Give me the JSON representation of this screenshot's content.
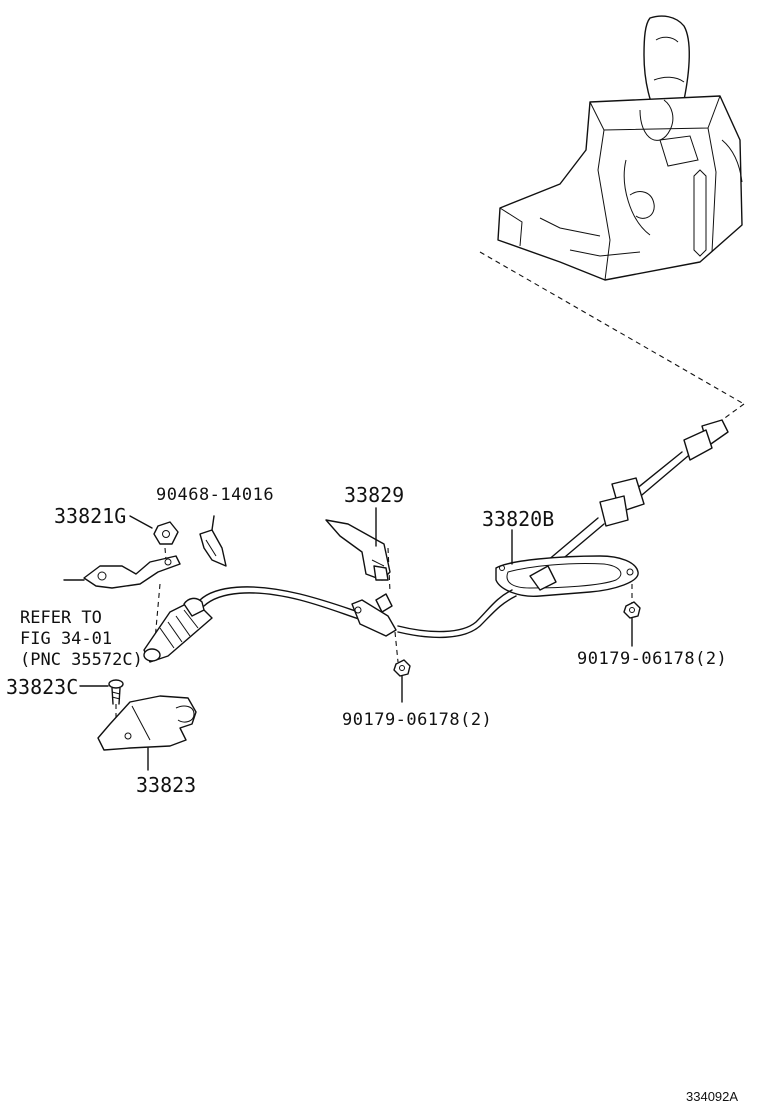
{
  "parts": [
    {
      "number": "90468-14016"
    },
    {
      "number": "33821G"
    },
    {
      "number": "33829"
    },
    {
      "number": "33820B"
    },
    {
      "number": "90179-06178(2)"
    },
    {
      "number": "90179-06178(2)"
    },
    {
      "number": "33823C"
    },
    {
      "number": "33823"
    }
  ],
  "note": "REFER TO\nFIG 34-01\n(PNC 35572C)",
  "figure_code": "334092A"
}
